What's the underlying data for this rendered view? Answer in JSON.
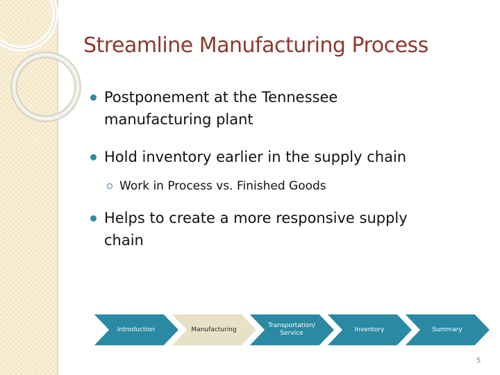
{
  "slide": {
    "title": "Streamline Manufacturing Process",
    "page_number": "5"
  },
  "bullets": [
    {
      "lines": [
        "Postponement at the Tennessee",
        "manufacturing plant"
      ]
    },
    {
      "lines": [
        "Hold inventory earlier in the supply chain"
      ]
    },
    {
      "lines": [
        "Helps to create a more responsive supply",
        "chain"
      ]
    }
  ],
  "sub_bullets": [
    {
      "text": "Work in Process vs. Finished Goods"
    }
  ],
  "process": {
    "steps": [
      {
        "lines": [
          "Introduction"
        ]
      },
      {
        "lines": [
          "Manufacturing"
        ]
      },
      {
        "lines": [
          "Transportation/",
          "Service"
        ]
      },
      {
        "lines": [
          "Inventory"
        ]
      },
      {
        "lines": [
          "Summary"
        ]
      }
    ],
    "active_index": 1,
    "colors": {
      "step": "#2a8aa3",
      "active_step": "#e8e1c8",
      "step_text": "#ffffff",
      "active_text": "#222222"
    }
  },
  "colors": {
    "title": "#8b3a2e",
    "bullet_dot": "#2c8aa2",
    "band": "#f4e7c3"
  }
}
